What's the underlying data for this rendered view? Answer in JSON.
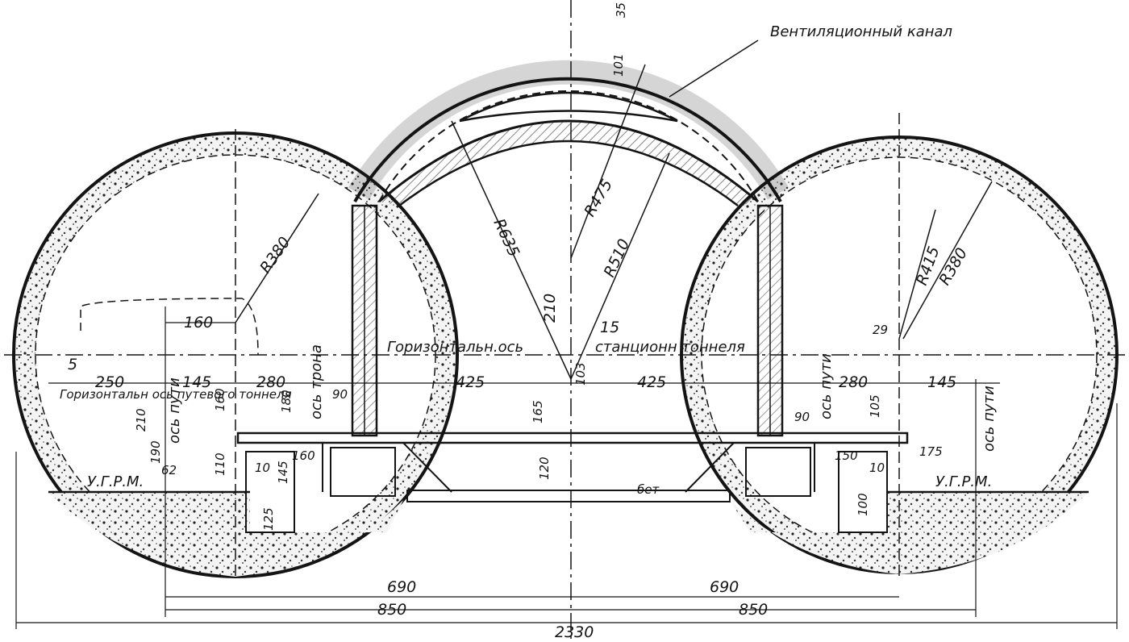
{
  "labels": {
    "ventilation_channel": "Вентиляционный канал",
    "horizontal_axis_station": "Горизонтальн.ось",
    "station_tunnel": "станционн тоннеля",
    "axis_throne": "ось трона",
    "axis_track_right": "ось пути",
    "axis_track_right_col": "ось пути",
    "horizontal_axis_track_tunnel": "Горизонтальн ось путевого тоннеля",
    "axis_track_left": "ось пути",
    "ugrm_left": "У.Г.Р.М.",
    "ugrm_right": "У.Г.Р.М.",
    "concrete": "бет"
  },
  "dimensions": {
    "d35": "35",
    "d101": "101",
    "r475": "R475",
    "r635": "R635",
    "r510": "R510",
    "r380_left": "R380",
    "r415": "R415",
    "r380_right": "R380",
    "d210": "210",
    "d15": "15",
    "d160_top": "160",
    "d5": "5",
    "d250": "250",
    "d145_left": "145",
    "d280_left": "280",
    "d425_left": "425",
    "d425_right": "425",
    "d280_right": "280",
    "d145_right": "145",
    "d90": "90",
    "d90_right": "90",
    "d180": "180",
    "d160_vert": "160",
    "d165": "165",
    "d103": "103",
    "d105": "105",
    "d29": "29",
    "d210_left": "210",
    "d190": "190",
    "d62": "62",
    "d110": "110",
    "d10_left": "10",
    "d160_low": "160",
    "d145_low": "145",
    "d125": "125",
    "d120": "120",
    "d150": "150",
    "d10_right": "10",
    "d175": "175",
    "d100": "100",
    "d690_left": "690",
    "d690_right": "690",
    "d850_left": "850",
    "d850_right": "850",
    "d2330": "2330"
  }
}
